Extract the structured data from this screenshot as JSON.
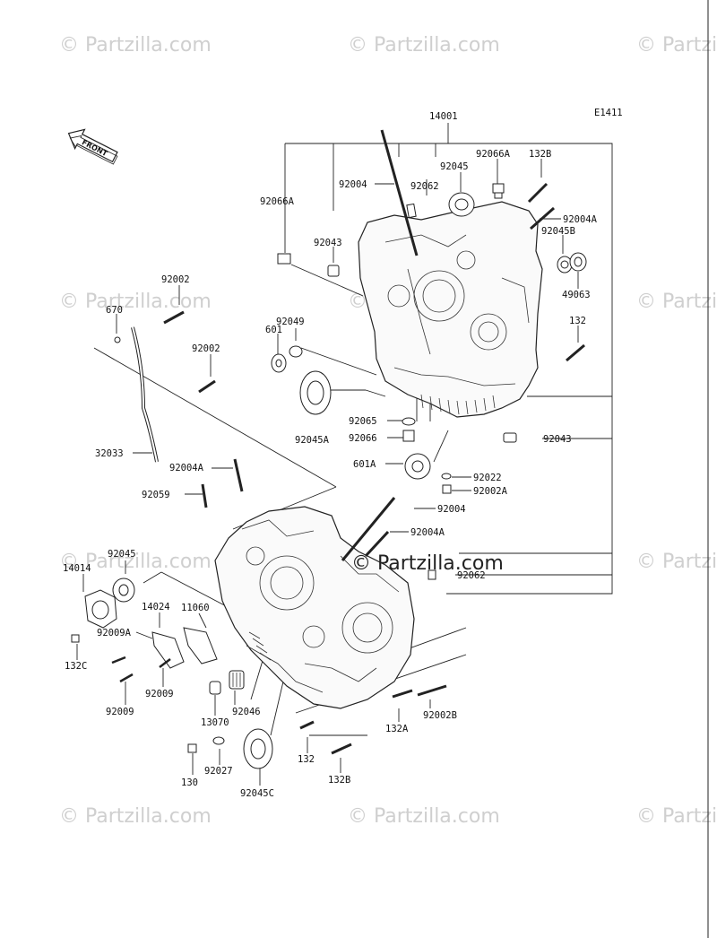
{
  "diagram_code": "E1411",
  "front_label": "FRONT",
  "watermark": "© Partzilla.com",
  "center_watermark": "© Partzilla.com",
  "labels": {
    "p14001": "14001",
    "p92066A_top": "92066A",
    "p132B_top": "132B",
    "p92045_top": "92045",
    "p92004": "92004",
    "p92062_top": "92062",
    "p92004A_right": "92004A",
    "p92045B": "92045B",
    "p92066A_left": "92066A",
    "p92043_top": "92043",
    "p49063": "49063",
    "p132_right": "132",
    "p92002_a": "92002",
    "p670": "670",
    "p92049": "92049",
    "p601": "601",
    "p92002_b": "92002",
    "p92065": "92065",
    "p92066": "92066",
    "p92043_right": "92043",
    "p92045A": "92045A",
    "p32033": "32033",
    "p92004A_mid": "92004A",
    "p601A": "601A",
    "p92022": "92022",
    "p92002A": "92002A",
    "p92059": "92059",
    "p92004_low": "92004",
    "p92004A_low": "92004A",
    "p92062_low": "92062",
    "p92045_left": "92045",
    "p14014": "14014",
    "p14024": "14024",
    "p11060": "11060",
    "p92009A": "92009A",
    "p132C": "132C",
    "p92009_a": "92009",
    "p92009_b": "92009",
    "p13070": "13070",
    "p92046": "92046",
    "p130": "130",
    "p92027": "92027",
    "p92045C": "92045C",
    "p132": "132",
    "p132B_low": "132B",
    "p132A": "132A",
    "p92002B": "92002B"
  }
}
